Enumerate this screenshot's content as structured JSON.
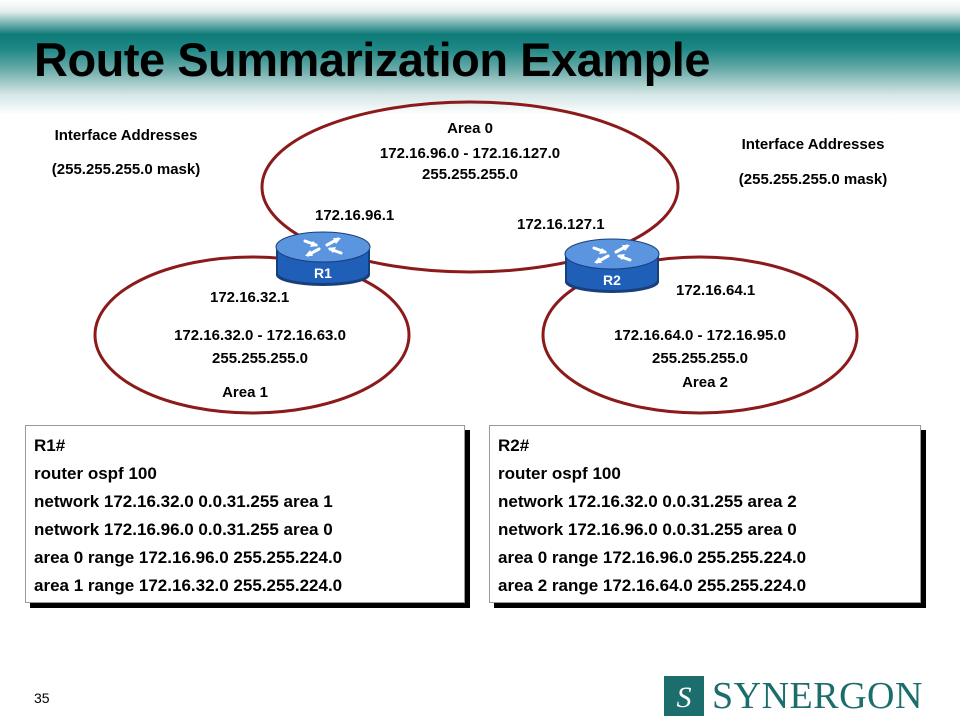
{
  "title": "Route Summarization Example",
  "areas": {
    "area0": {
      "name": "Area 0",
      "range": "172.16.96.0 - 172.16.127.0",
      "mask": "255.255.255.0"
    },
    "area1": {
      "name": "Area 1",
      "range": "172.16.32.0 - 172.16.63.0",
      "mask": "255.255.255.0"
    },
    "area2": {
      "name": "Area 2",
      "range": "172.16.64.0 - 172.16.95.0",
      "mask": "255.255.255.0"
    }
  },
  "interface_note_left": {
    "line1": "Interface Addresses",
    "line2": "(255.255.255.0 mask)"
  },
  "interface_note_right": {
    "line1": "Interface Addresses",
    "line2": "(255.255.255.0 mask)"
  },
  "routers": {
    "r1": {
      "label": "R1",
      "ip_area0": "172.16.96.1",
      "ip_area1": "172.16.32.1"
    },
    "r2": {
      "label": "R2",
      "ip_area0": "172.16.127.1",
      "ip_area2": "172.16.64.1"
    }
  },
  "config_r1": {
    "lines": [
      "R1#",
      "router ospf 100",
      "network 172.16.32.0 0.0.31.255 area 1",
      "network 172.16.96.0 0.0.31.255 area 0",
      "area 0 range 172.16.96.0 255.255.224.0",
      "area 1 range 172.16.32.0 255.255.224.0"
    ]
  },
  "config_r2": {
    "lines": [
      "R2#",
      "router ospf 100",
      "network 172.16.32.0 0.0.31.255 area 2",
      "network 172.16.96.0 0.0.31.255 area 0",
      "area 0 range 172.16.96.0 255.255.224.0",
      "area 2 range 172.16.64.0 255.255.224.0"
    ]
  },
  "page_number": "35",
  "logo": {
    "text": "SYNERGON",
    "mark": "S"
  },
  "colors": {
    "ellipse": "#8b1a1a",
    "router": "#1f5fb8",
    "header": "#0f7b78",
    "logo": "#1b6e6c"
  }
}
